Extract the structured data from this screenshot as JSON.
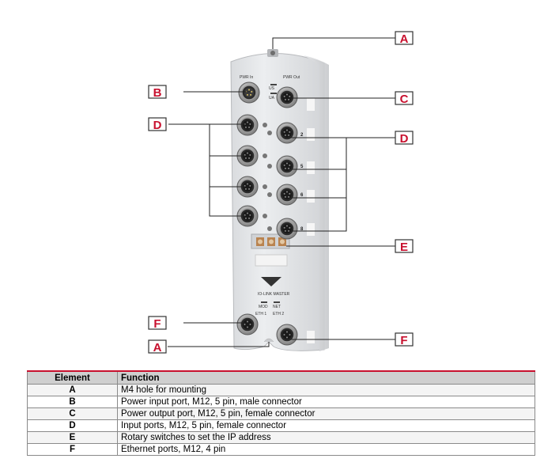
{
  "callouts": [
    "A",
    "B",
    "C",
    "D",
    "D",
    "E",
    "F",
    "A",
    "F"
  ],
  "device_labels": {
    "pwr_in": "PWR In",
    "pwr_out": "PWR Out",
    "us": "US",
    "ua": "UA",
    "port_2": "2",
    "port_5": "5",
    "port_6": "6",
    "port_8": "8",
    "brand": "IO-LINK MASTER",
    "mod": "MOD",
    "net": "NET",
    "eth1": "ETH 1",
    "eth2": "ETH 2"
  },
  "table": {
    "headers": [
      "Element",
      "Function"
    ],
    "rows": [
      {
        "element": "A",
        "function": "M4 hole for mounting"
      },
      {
        "element": "B",
        "function": "Power input port, M12, 5 pin, male connector"
      },
      {
        "element": "C",
        "function": "Power output port, M12, 5 pin, female connector"
      },
      {
        "element": "D",
        "function": "Input ports, M12, 5 pin, female connector"
      },
      {
        "element": "E",
        "function": "Rotary switches to set the IP address"
      },
      {
        "element": "F",
        "function": "Ethernet ports, M12, 4 pin"
      }
    ]
  },
  "colors": {
    "accent": "#c8102e",
    "body": "#e4e6e8",
    "connector": "#a7a7a7"
  }
}
